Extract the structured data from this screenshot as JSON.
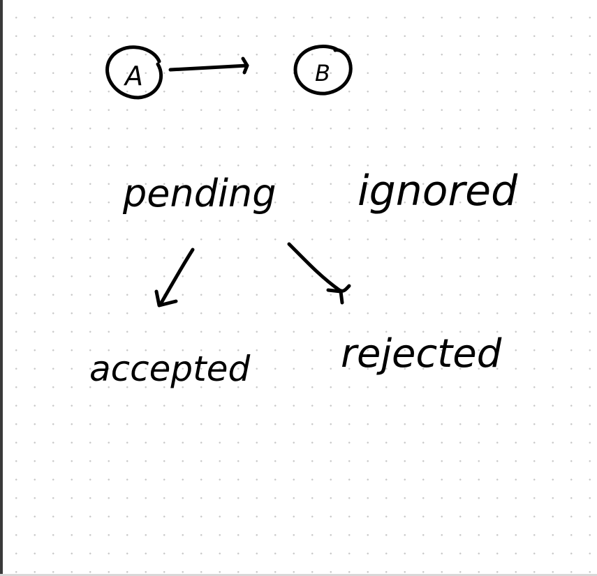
{
  "diagram": {
    "nodes": {
      "a_label": "A",
      "b_label": "B"
    },
    "states": {
      "pending": "pending",
      "ignored": "ignored",
      "accepted": "accepted",
      "rejected": "rejected"
    },
    "ink_color": "#000000",
    "dot_grid_color": "#c9c9c9"
  }
}
